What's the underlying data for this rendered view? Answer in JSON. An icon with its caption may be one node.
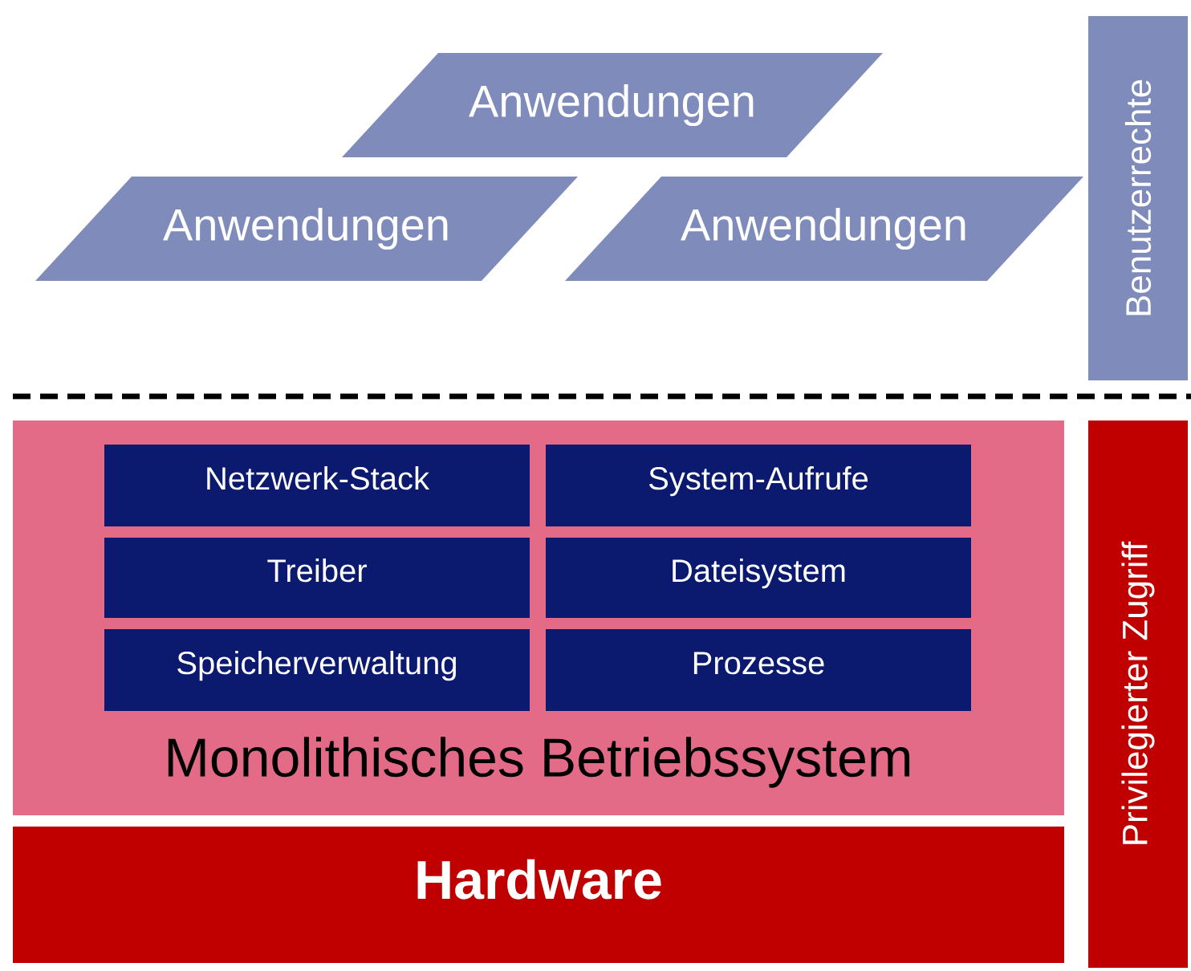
{
  "diagram": {
    "nodes": [
      {
        "text": [
          "Anwendungen"
        ]
      },
      {
        "text": [
          "Anwendungen"
        ]
      },
      {
        "text": [
          "Anwendungen"
        ]
      },
      {
        "text": [
          "Benutzerrechte"
        ]
      },
      {
        "text": [
          "Monolithisches Betriebssystem"
        ]
      },
      {
        "text": [
          "Netzwerk-Stack"
        ],
        "in": 4
      },
      {
        "text": [
          "System-Aufrufe"
        ],
        "in": 4
      },
      {
        "text": [
          "Treiber"
        ],
        "in": 4
      },
      {
        "text": [
          "Dateisystem"
        ],
        "in": 4
      },
      {
        "text": [
          "Speicherverwaltung"
        ],
        "in": 4
      },
      {
        "text": [
          "Prozesse"
        ],
        "in": 4
      },
      {
        "text": [
          "Hardware"
        ]
      },
      {
        "text": [
          "Privilegierter Zugriff"
        ]
      }
    ]
  }
}
